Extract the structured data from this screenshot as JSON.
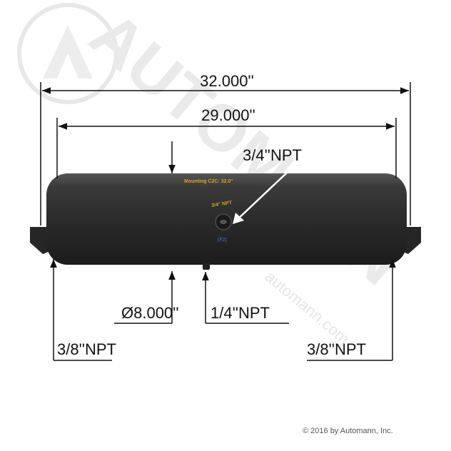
{
  "dimensions": {
    "overall_length": "32.000''",
    "body_length": "29.000''",
    "diameter": "Ø8.000''",
    "side_port": "3/4''NPT",
    "bottom_port": "1/4''NPT",
    "left_end_port": "3/8''NPT",
    "right_end_port": "3/8''NPT"
  },
  "tank_labels": {
    "mounting": "Mounting C2C: 32.0\"",
    "port_label": "3/4\" NPT",
    "port_id": "(F2)"
  },
  "watermark": {
    "brand": "AUTOMANN",
    "url": "automann.com"
  },
  "copyright": "© 2016 by Automann, Inc.",
  "colors": {
    "tank": "#2e2e2e",
    "label_gold": "#d9a21e",
    "label_blue": "#3a7bd5",
    "watermark": "#e4e4e4"
  }
}
